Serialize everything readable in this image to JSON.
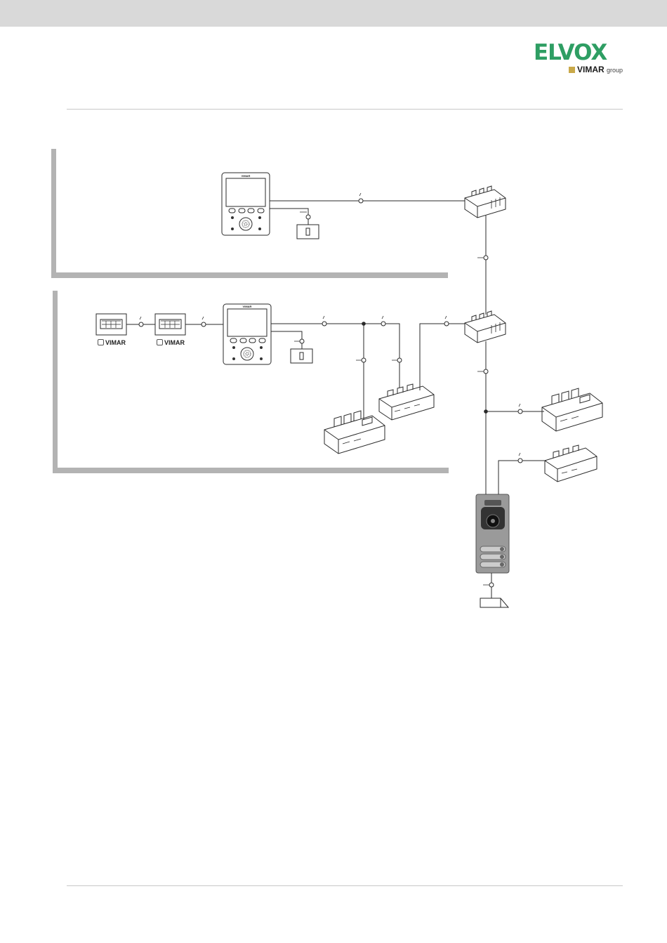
{
  "header": {
    "band_color": "#d9d9d9",
    "brand": {
      "name": "ELVOX",
      "color": "#2e9e63",
      "group_name": "VIMAR",
      "group_suffix": "group"
    }
  },
  "diagram": {
    "keypads": [
      {
        "label": "VIMAR"
      },
      {
        "label": "VIMAR"
      }
    ],
    "monitor_logo": "VIMAR",
    "colors": {
      "line": "#2a2a2a",
      "panel_bar": "#b3b3b3",
      "entrance_panel": "#9a9a9a"
    }
  }
}
